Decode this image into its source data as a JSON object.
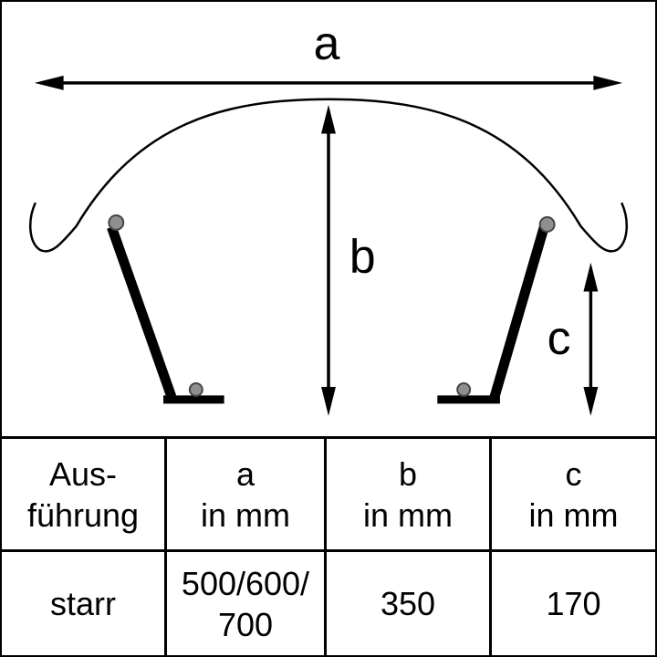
{
  "diagram": {
    "label_a": "a",
    "label_b": "b",
    "label_c": "c"
  },
  "table": {
    "headers": [
      [
        "Aus-",
        "führung"
      ],
      [
        "a",
        "in mm"
      ],
      [
        "b",
        "in mm"
      ],
      [
        "c",
        "in mm"
      ]
    ],
    "row": [
      [
        "starr"
      ],
      [
        "500/600/",
        "700"
      ],
      [
        "350"
      ],
      [
        "170"
      ]
    ]
  },
  "colors": {
    "line": "#000000",
    "bolt": "#8f8f8f",
    "background": "#ffffff"
  }
}
